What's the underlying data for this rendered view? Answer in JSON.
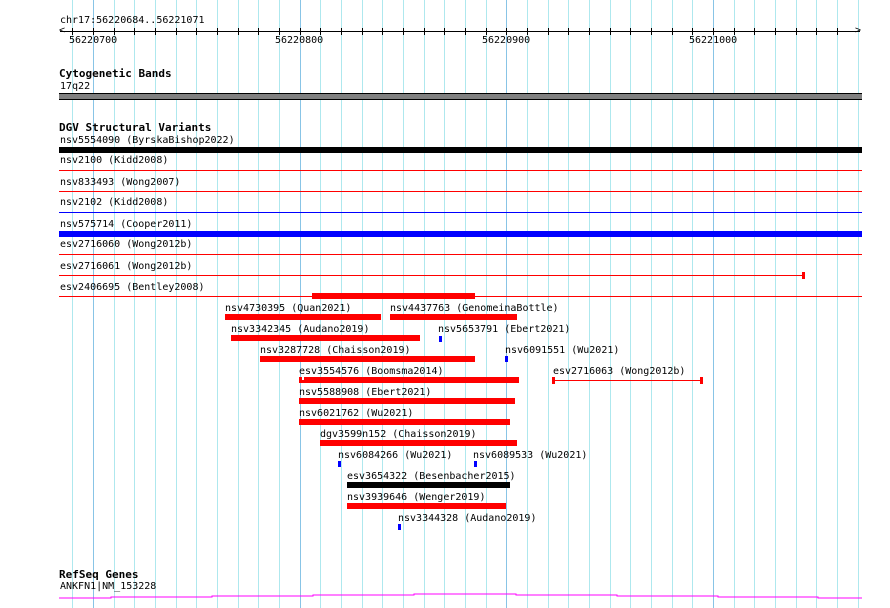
{
  "ruler": {
    "location": "chr17:56220684..56221071",
    "tick_labels": [
      "56220700",
      "56220800",
      "56220900",
      "56221000"
    ]
  },
  "tracks": {
    "cytoband": {
      "title": "Cytogenetic Bands",
      "feature": "17q22"
    },
    "dgv": {
      "title": "DGV Structural Variants",
      "features": [
        {
          "label": "nsv5554090 (ByrskaBishop2022)",
          "color": "#000000"
        },
        {
          "label": "nsv2100 (Kidd2008)",
          "color": "#ff0000"
        },
        {
          "label": "nsv833493 (Wong2007)",
          "color": "#ff0000"
        },
        {
          "label": "nsv2102 (Kidd2008)",
          "color": "#0000ff"
        },
        {
          "label": "nsv575714 (Cooper2011)",
          "color": "#0000ff"
        },
        {
          "label": "esv2716060 (Wong2012b)",
          "color": "#ff0000"
        },
        {
          "label": "esv2716061 (Wong2012b)",
          "color": "#ff0000"
        },
        {
          "label": "esv2406695 (Bentley2008)",
          "color": "#ff0000"
        },
        {
          "label": "nsv4730395 (Quan2021)",
          "color": "#ff0000"
        },
        {
          "label": "nsv4437763 (GenomeinaBottle)",
          "color": "#ff0000"
        },
        {
          "label": "nsv3342345 (Audano2019)",
          "color": "#ff0000"
        },
        {
          "label": "nsv5653791 (Ebert2021)",
          "color": "#0000ff"
        },
        {
          "label": "nsv3287728 (Chaisson2019)",
          "color": "#ff0000"
        },
        {
          "label": "nsv6091551 (Wu2021)",
          "color": "#0000ff"
        },
        {
          "label": "esv3554576 (Boomsma2014)",
          "color": "#ff0000"
        },
        {
          "label": "esv2716063 (Wong2012b)",
          "color": "#ff0000"
        },
        {
          "label": "nsv5588908 (Ebert2021)",
          "color": "#ff0000"
        },
        {
          "label": "nsv6021762 (Wu2021)",
          "color": "#ff0000"
        },
        {
          "label": "dgv3599n152 (Chaisson2019)",
          "color": "#ff0000"
        },
        {
          "label": "nsv6084266 (Wu2021)",
          "color": "#0000ff"
        },
        {
          "label": "nsv6089533 (Wu2021)",
          "color": "#0000ff"
        },
        {
          "label": "esv3654322 (Besenbacher2015)",
          "color": "#000000"
        },
        {
          "label": "nsv3939646 (Wenger2019)",
          "color": "#ff0000"
        },
        {
          "label": "nsv3344328 (Audano2019)",
          "color": "#0000ff"
        }
      ]
    },
    "refseq": {
      "title": "RefSeq Genes",
      "feature": "ANKFN1|NM_153228",
      "color": "#ff00ff"
    }
  }
}
